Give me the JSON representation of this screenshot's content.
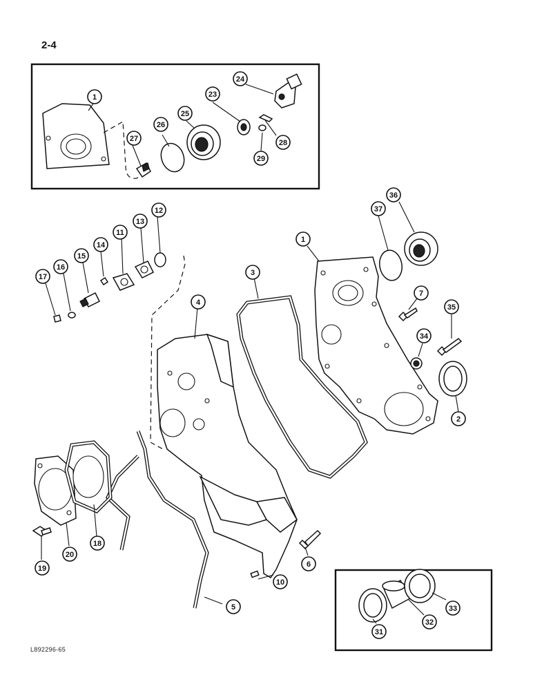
{
  "page": {
    "number": "2-4",
    "reference_code": "L892296-65"
  },
  "callouts": {
    "c1_top": "1",
    "c24": "24",
    "c23": "23",
    "c25": "25",
    "c26": "26",
    "c27": "27",
    "c28": "28",
    "c29": "29",
    "c36": "36",
    "c37": "37",
    "c1_main": "1",
    "c12": "12",
    "c13": "13",
    "c11": "11",
    "c14": "14",
    "c15": "15",
    "c16": "16",
    "c17": "17",
    "c3": "3",
    "c4": "4",
    "c7": "7",
    "c35": "35",
    "c34": "34",
    "c2": "2",
    "c18": "18",
    "c20": "20",
    "c19": "19",
    "c5": "5",
    "c10": "10",
    "c6": "6",
    "c31": "31",
    "c32": "32",
    "c33": "33"
  }
}
